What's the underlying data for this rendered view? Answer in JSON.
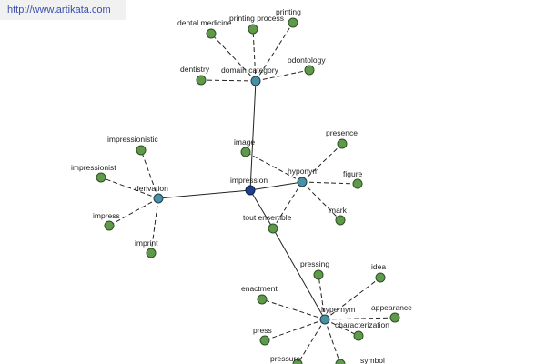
{
  "credit": "http://www.artikata.com",
  "colors": {
    "leaf": "#5f9a4a",
    "hub": "#4a90a4",
    "root": "#1f3f8a"
  },
  "nodes": [
    {
      "id": "impression",
      "label": "impression",
      "kind": "root"
    },
    {
      "id": "domain-category",
      "label": "domain category",
      "kind": "hub"
    },
    {
      "id": "hyponym",
      "label": "hyponym",
      "kind": "hub"
    },
    {
      "id": "derivation",
      "label": "derivation",
      "kind": "hub"
    },
    {
      "id": "tout-ensemble",
      "label": "tout ensemble",
      "kind": "leaf"
    },
    {
      "id": "hypernym",
      "label": "hypernym",
      "kind": "hub"
    },
    {
      "id": "dental-medicine",
      "label": "dental medicine",
      "kind": "leaf"
    },
    {
      "id": "printing-process",
      "label": "printing process",
      "kind": "leaf"
    },
    {
      "id": "printing",
      "label": "printing",
      "kind": "leaf"
    },
    {
      "id": "dentistry",
      "label": "dentistry",
      "kind": "leaf"
    },
    {
      "id": "odontology",
      "label": "odontology",
      "kind": "leaf"
    },
    {
      "id": "image",
      "label": "image",
      "kind": "leaf"
    },
    {
      "id": "presence",
      "label": "presence",
      "kind": "leaf"
    },
    {
      "id": "figure",
      "label": "figure",
      "kind": "leaf"
    },
    {
      "id": "mark",
      "label": "mark",
      "kind": "leaf"
    },
    {
      "id": "impressionistic",
      "label": "impressionistic",
      "kind": "leaf"
    },
    {
      "id": "impressionist",
      "label": "impressionist",
      "kind": "leaf"
    },
    {
      "id": "impress",
      "label": "impress",
      "kind": "leaf"
    },
    {
      "id": "imprint",
      "label": "imprint",
      "kind": "leaf"
    },
    {
      "id": "pressing",
      "label": "pressing",
      "kind": "leaf"
    },
    {
      "id": "idea",
      "label": "idea",
      "kind": "leaf"
    },
    {
      "id": "enactment",
      "label": "enactment",
      "kind": "leaf"
    },
    {
      "id": "appearance",
      "label": "appearance",
      "kind": "leaf"
    },
    {
      "id": "characterization",
      "label": "characterization",
      "kind": "leaf"
    },
    {
      "id": "press",
      "label": "press",
      "kind": "leaf"
    },
    {
      "id": "pressure",
      "label": "pressure",
      "kind": "leaf"
    },
    {
      "id": "symbol",
      "label": "symbol",
      "kind": "leaf"
    }
  ],
  "edges": [
    {
      "from": "impression",
      "to": "domain-category",
      "style": "solid"
    },
    {
      "from": "impression",
      "to": "derivation",
      "style": "solid"
    },
    {
      "from": "impression",
      "to": "hyponym",
      "style": "solid"
    },
    {
      "from": "impression",
      "to": "tout-ensemble",
      "style": "solid"
    },
    {
      "from": "tout-ensemble",
      "to": "hypernym",
      "style": "solid"
    },
    {
      "from": "domain-category",
      "to": "dental-medicine",
      "style": "dashed"
    },
    {
      "from": "domain-category",
      "to": "printing-process",
      "style": "dashed"
    },
    {
      "from": "domain-category",
      "to": "printing",
      "style": "dashed"
    },
    {
      "from": "domain-category",
      "to": "dentistry",
      "style": "dashed"
    },
    {
      "from": "domain-category",
      "to": "odontology",
      "style": "dashed"
    },
    {
      "from": "hyponym",
      "to": "image",
      "style": "dashed"
    },
    {
      "from": "hyponym",
      "to": "presence",
      "style": "dashed"
    },
    {
      "from": "hyponym",
      "to": "figure",
      "style": "dashed"
    },
    {
      "from": "hyponym",
      "to": "mark",
      "style": "dashed"
    },
    {
      "from": "hyponym",
      "to": "tout-ensemble",
      "style": "dashed"
    },
    {
      "from": "derivation",
      "to": "impressionistic",
      "style": "dashed"
    },
    {
      "from": "derivation",
      "to": "impressionist",
      "style": "dashed"
    },
    {
      "from": "derivation",
      "to": "impress",
      "style": "dashed"
    },
    {
      "from": "derivation",
      "to": "imprint",
      "style": "dashed"
    },
    {
      "from": "hypernym",
      "to": "pressing",
      "style": "dashed"
    },
    {
      "from": "hypernym",
      "to": "idea",
      "style": "dashed"
    },
    {
      "from": "hypernym",
      "to": "enactment",
      "style": "dashed"
    },
    {
      "from": "hypernym",
      "to": "appearance",
      "style": "dashed"
    },
    {
      "from": "hypernym",
      "to": "characterization",
      "style": "dashed"
    },
    {
      "from": "hypernym",
      "to": "press",
      "style": "dashed"
    },
    {
      "from": "hypernym",
      "to": "pressure",
      "style": "dashed"
    },
    {
      "from": "hypernym",
      "to": "symbol",
      "style": "dashed"
    }
  ]
}
